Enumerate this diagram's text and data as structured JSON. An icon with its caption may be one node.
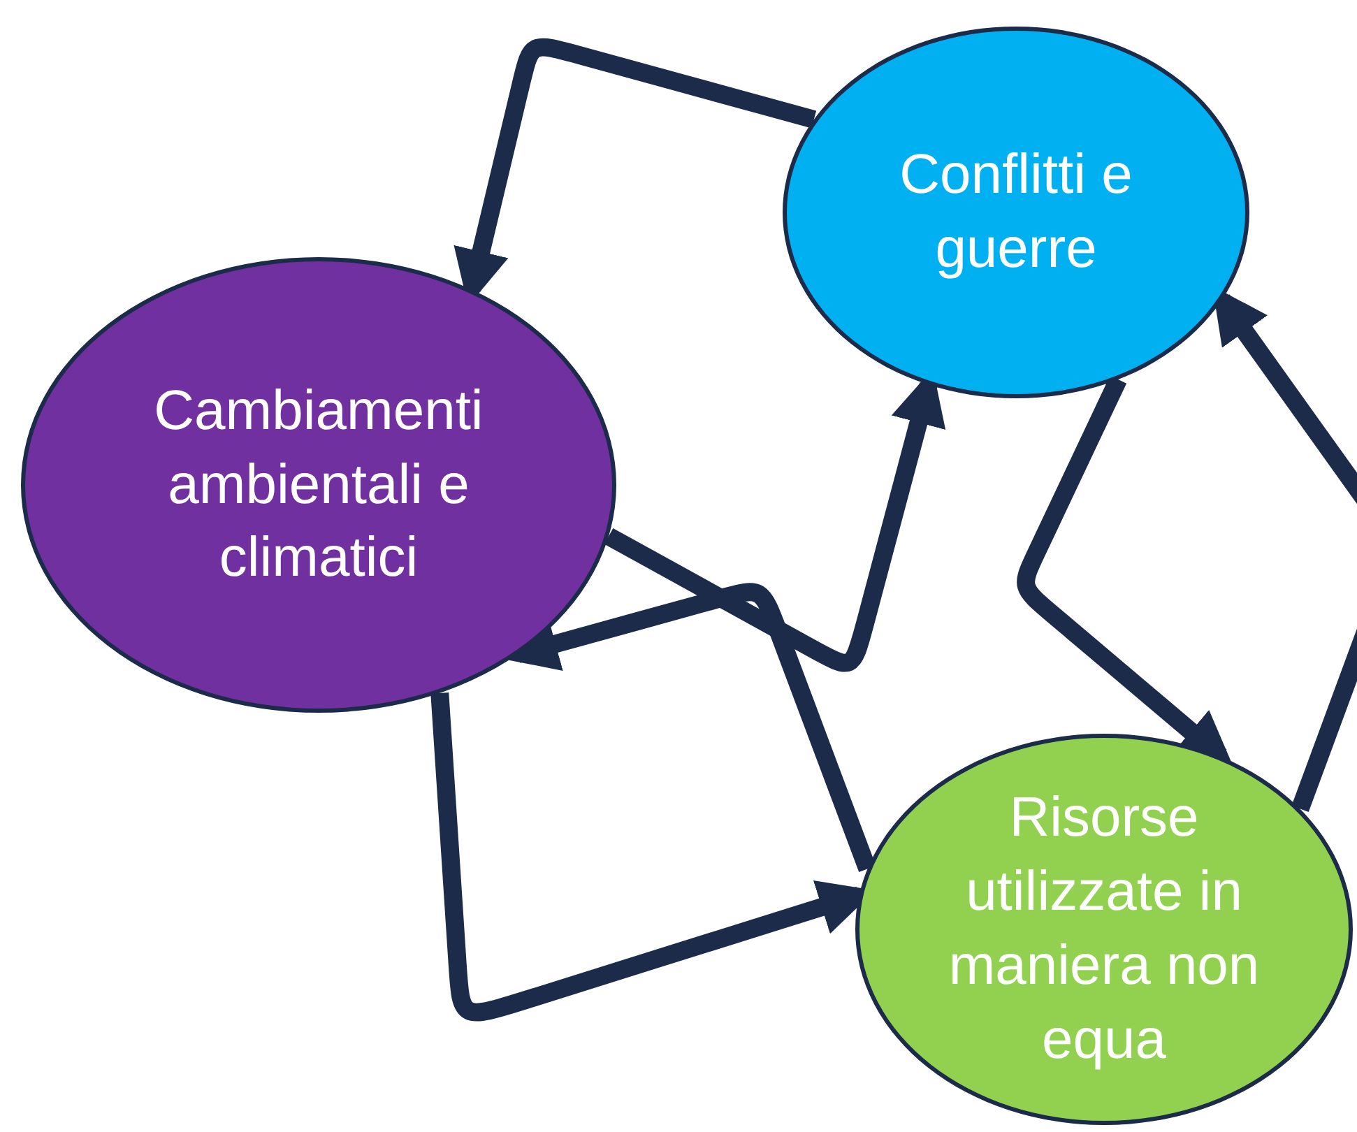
{
  "diagram": {
    "nodes": [
      {
        "text": [
          "Conflitti e guerre"
        ]
      },
      {
        "text": [
          "Cambiamenti ambientali e climatici"
        ]
      },
      {
        "text": [
          "Risorse utilizzate in maniera non equa"
        ]
      }
    ],
    "edges": [
      {
        "from": 0,
        "to": 1,
        "arrow": "to"
      },
      {
        "from": 1,
        "to": 0,
        "arrow": "to"
      },
      {
        "from": 0,
        "to": 2,
        "arrow": "to"
      },
      {
        "from": 2,
        "to": 0,
        "arrow": "to"
      },
      {
        "from": 2,
        "to": 1,
        "arrow": "to"
      },
      {
        "from": 1,
        "to": 2,
        "arrow": "to"
      }
    ]
  }
}
